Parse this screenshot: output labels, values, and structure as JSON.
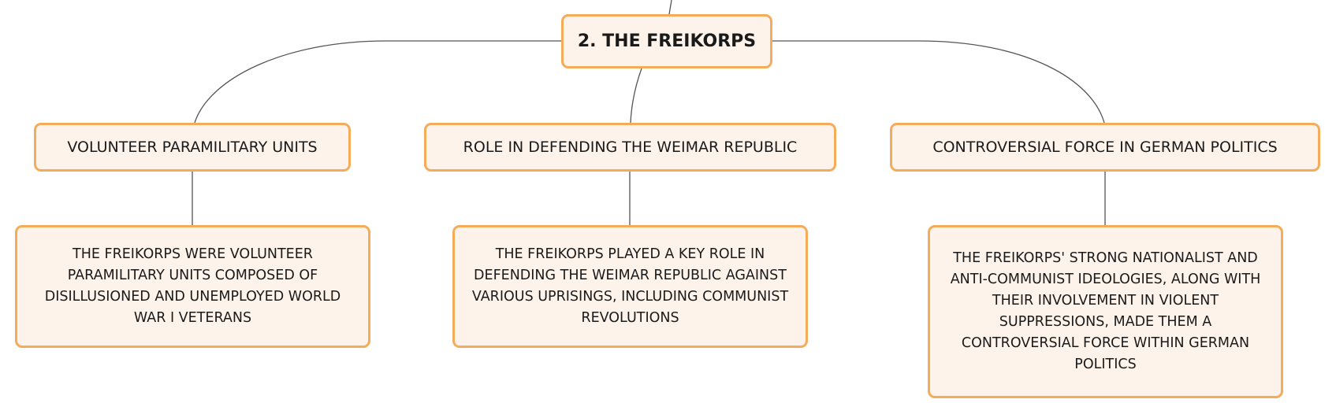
{
  "root": {
    "label": "2. THE FREIKORPS"
  },
  "branches": [
    {
      "label": "VOLUNTEER PARAMILITARY UNITS",
      "detail": "THE FREIKORPS WERE VOLUNTEER PARAMILITARY UNITS COMPOSED OF DISILLUSIONED AND UNEMPLOYED WORLD WAR I VETERANS"
    },
    {
      "label": "ROLE IN DEFENDING THE WEIMAR REPUBLIC",
      "detail": "THE FREIKORPS PLAYED A KEY ROLE IN DEFENDING THE WEIMAR REPUBLIC AGAINST VARIOUS UPRISINGS, INCLUDING COMMUNIST REVOLUTIONS"
    },
    {
      "label": "CONTROVERSIAL FORCE IN GERMAN POLITICS",
      "detail": "THE FREIKORPS' STRONG NATIONALIST AND ANTI-COMMUNIST IDEOLOGIES, ALONG WITH THEIR INVOLVEMENT IN VIOLENT SUPPRESSIONS, MADE THEM A CONTROVERSIAL FORCE WITHIN GERMAN POLITICS"
    }
  ],
  "colors": {
    "node_fill": "#fdf3ea",
    "node_border": "#f4ab5a",
    "connector": "#555555"
  }
}
